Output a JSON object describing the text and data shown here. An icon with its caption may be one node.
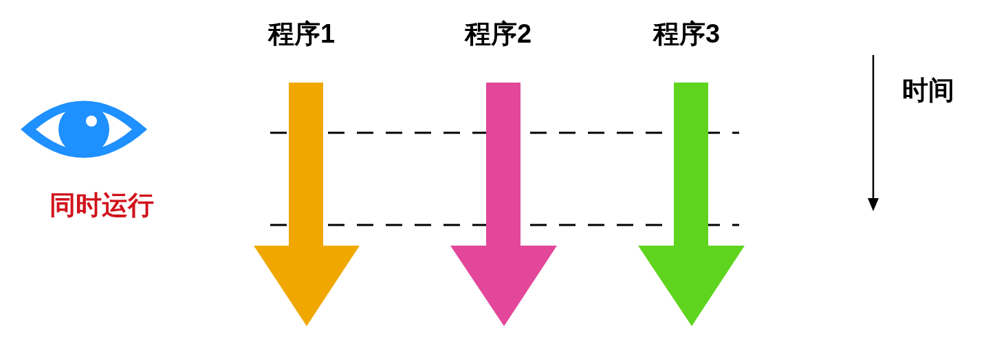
{
  "diagram": {
    "labels": [
      "程序1",
      "程序2",
      "程序3",
      "时间",
      "同时运行"
    ]
  }
}
